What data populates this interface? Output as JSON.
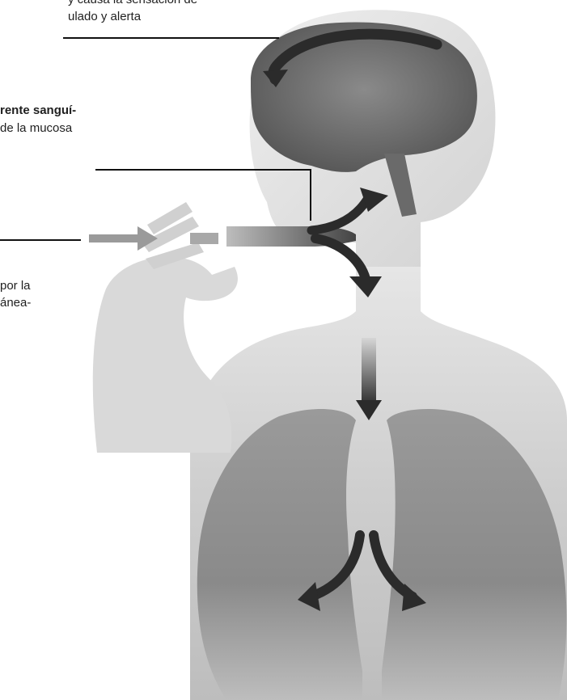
{
  "captions": {
    "brain_line1": "y causa la sensación de",
    "brain_line2": "ulado y alerta",
    "mucosa_line1": "rente sanguí-",
    "mucosa_line2": "de la mucosa",
    "skin_line1": "por la",
    "skin_line2": "ánea-"
  },
  "colors": {
    "background": "#ffffff",
    "body": "#c9c9c9",
    "brain": "#6e6e6e",
    "lungs": "#8a8a8a",
    "arrow": "#2b2b2b",
    "leader_line": "#111111"
  }
}
